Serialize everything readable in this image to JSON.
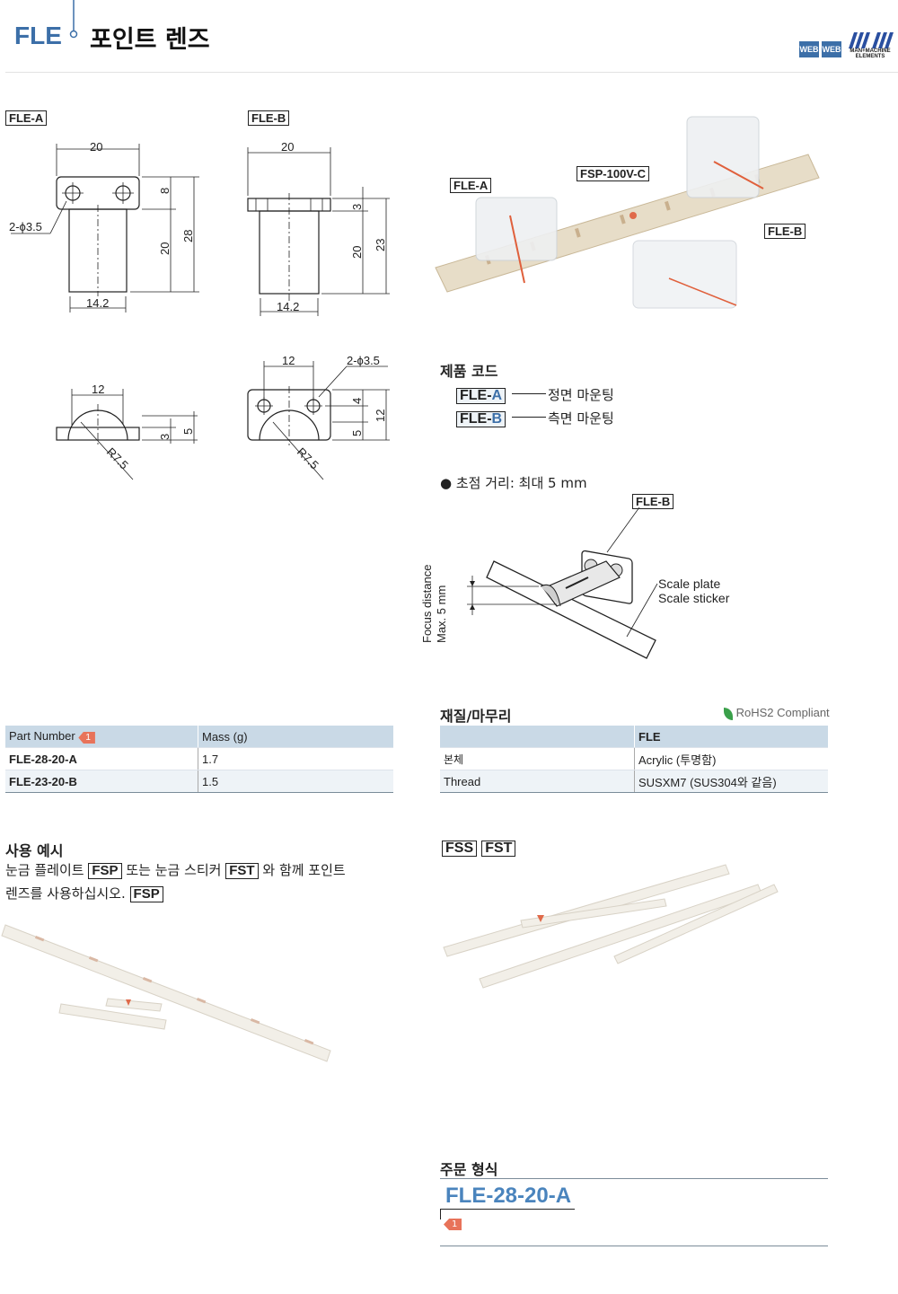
{
  "header": {
    "code": "FLE",
    "title": "포인트 렌즈",
    "badge1": "WEB",
    "badge2": "WEB",
    "brand": "MAN+MACHINE ELEMENTS",
    "colors": {
      "accent": "#3c6fa8",
      "header_row": "#c9d9e6"
    }
  },
  "drawings": {
    "fle_a": {
      "label": "FLE-A",
      "dims": {
        "width_top": "20",
        "hole": "2-ϕ3.5",
        "h8": "8",
        "h20": "20",
        "h28": "28",
        "body": "14.2",
        "w12": "12",
        "h3": "3",
        "h5": "5",
        "radius": "R7.5"
      }
    },
    "fle_b": {
      "label": "FLE-B",
      "dims": {
        "width_top": "20",
        "h3": "3",
        "h20": "20",
        "h23": "23",
        "body": "14.2",
        "w12": "12",
        "hole": "2-ϕ3.5",
        "h4": "4",
        "h5": "5",
        "h12": "12",
        "radius": "R7.5"
      }
    }
  },
  "product_photo": {
    "labels": {
      "a": "FLE-A",
      "scale": "FSP-100V-C",
      "b": "FLE-B"
    }
  },
  "product_code": {
    "title": "제품 코드",
    "rows": [
      {
        "prefix": "FLE-",
        "suffix": "A",
        "desc": "정면 마운팅"
      },
      {
        "prefix": "FLE-",
        "suffix": "B",
        "desc": "측면 마운팅"
      }
    ]
  },
  "focus": {
    "bullet": "초점 거리: 최대 5 mm",
    "label_b": "FLE-B",
    "axis_line1": "Focus distance",
    "axis_line2": "Max. 5 mm",
    "plate_line1": "Scale plate",
    "plate_line2": "Scale sticker"
  },
  "part_table": {
    "headers": [
      "Part Number",
      "Mass (g)"
    ],
    "marker": "1",
    "rows": [
      [
        "FLE-28-20-A",
        "1.7"
      ],
      [
        "FLE-23-20-B",
        "1.5"
      ]
    ]
  },
  "material": {
    "title": "재질/마무리",
    "rohs": "RoHS2 Compliant",
    "headers": [
      "",
      "FLE"
    ],
    "rows": [
      [
        "본체",
        "Acrylic (투명함)"
      ],
      [
        "Thread",
        "SUSXM7 (SUS304와 같음)"
      ]
    ]
  },
  "usage": {
    "title": "사용 예시",
    "t1": "눈금 플레이트",
    "c1": "FSP",
    "t2": "또는 눈금 스티커",
    "c2": "FST",
    "t3": "와 함께 포인트",
    "t4": "렌즈를 사용하십시오.",
    "c3": "FSP"
  },
  "related": {
    "c1": "FSS",
    "c2": "FST"
  },
  "order": {
    "title": "주문 형식",
    "example": "FLE-28-20-A",
    "marker": "1"
  }
}
